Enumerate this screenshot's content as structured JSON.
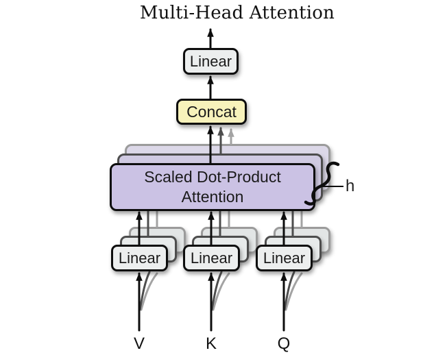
{
  "title": "Multi-Head Attention",
  "diagram": {
    "output_linear": {
      "label": "Linear"
    },
    "concat": {
      "label": "Concat"
    },
    "attention": {
      "label_line1": "Scaled Dot-Product",
      "label_line2": "Attention",
      "stacked_layers": 3
    },
    "heads_label": "h",
    "projections": [
      {
        "label": "Linear",
        "input": "V"
      },
      {
        "label": "Linear",
        "input": "K"
      },
      {
        "label": "Linear",
        "input": "Q"
      }
    ],
    "inputs": [
      {
        "label": "V"
      },
      {
        "label": "K"
      },
      {
        "label": "Q"
      }
    ]
  },
  "colors": {
    "attention_fill": "#cbc2e4",
    "attention_fill_middle": "#d0cae2",
    "attention_fill_back": "#dcd8e8",
    "concat_fill": "#f7f2bb",
    "linear_fill": "#eceeee",
    "stroke_front": "#0d0d0d",
    "stroke_middle": "#4d4d4d",
    "stroke_back": "#a3a3a3",
    "background": "#ffffff"
  }
}
